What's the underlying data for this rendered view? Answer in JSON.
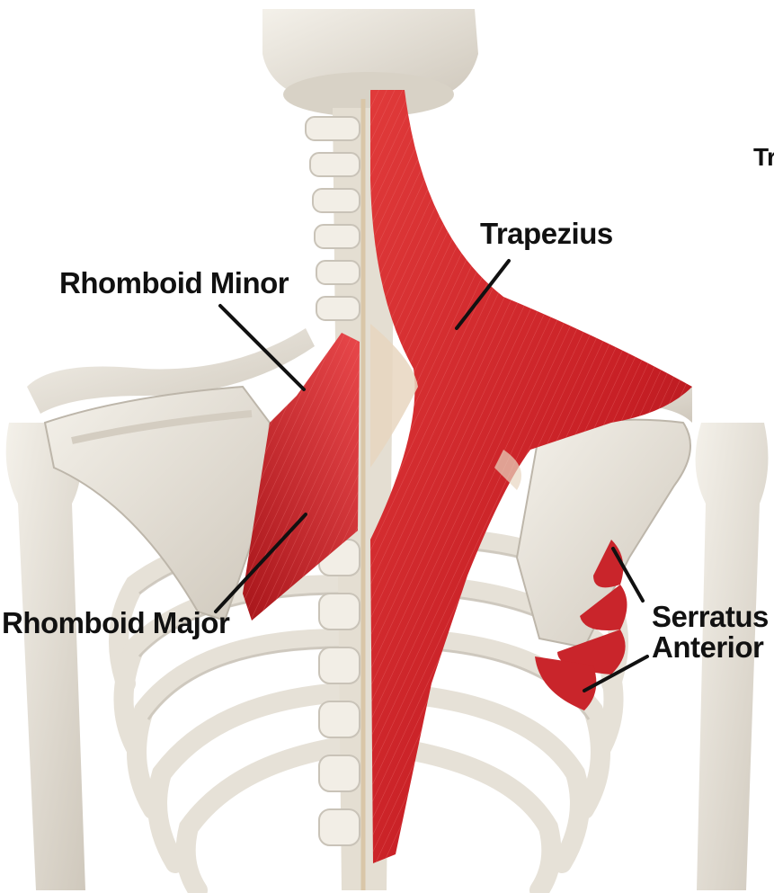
{
  "labels": {
    "rhomboid_minor": "Rhomboid Minor",
    "trapezius": "Trapezius",
    "rhomboid_major": "Rhomboid Major",
    "serratus_line1": "Serratus",
    "serratus_line2": "Anterior",
    "cut_off_label": "Tr"
  },
  "colors": {
    "bone": "#ece8e0",
    "bone_shadow": "#c9c3b8",
    "muscle": "#d0232a",
    "muscle_dark": "#9c1418",
    "tendon": "#e8d6c0",
    "leader_line": "#111111"
  }
}
